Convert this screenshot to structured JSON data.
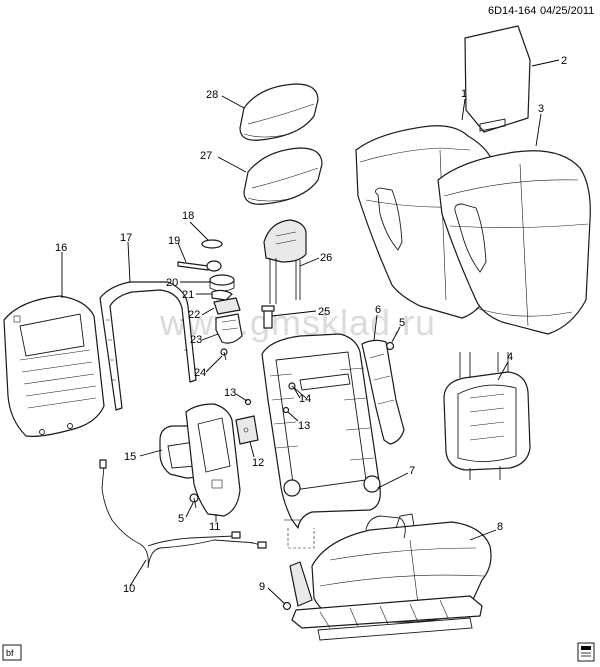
{
  "header": {
    "diagram_id": "6D14-164",
    "date": "04/25/2011"
  },
  "watermark": "www.gmsklad.ru",
  "corner_tag_left": "bf",
  "corner_tag_right": "□",
  "callouts": [
    "1",
    "2",
    "3",
    "4",
    "5",
    "5",
    "6",
    "7",
    "8",
    "9",
    "10",
    "11",
    "12",
    "13",
    "13",
    "14",
    "15",
    "16",
    "17",
    "18",
    "19",
    "20",
    "21",
    "22",
    "23",
    "24",
    "25",
    "26",
    "27",
    "28"
  ]
}
